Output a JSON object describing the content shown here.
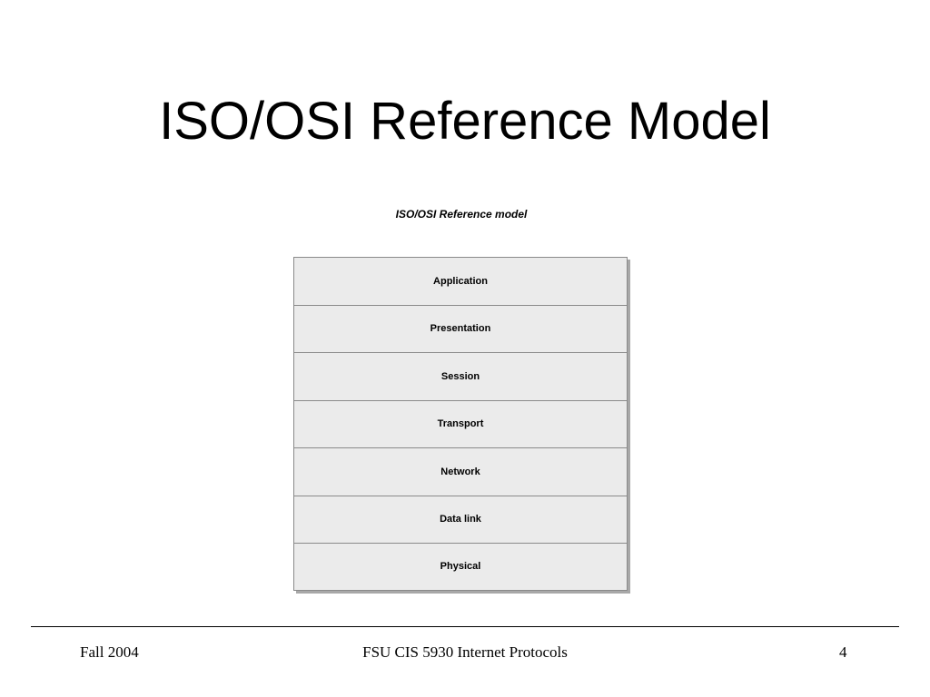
{
  "slide": {
    "title": "ISO/OSI Reference Model"
  },
  "diagram": {
    "caption": "ISO/OSI Reference model",
    "layers": [
      "Application",
      "Presentation",
      "Session",
      "Transport",
      "Network",
      "Data link",
      "Physical"
    ]
  },
  "footer": {
    "left": "Fall 2004",
    "center": "FSU CIS 5930 Internet Protocols",
    "right": "4"
  }
}
